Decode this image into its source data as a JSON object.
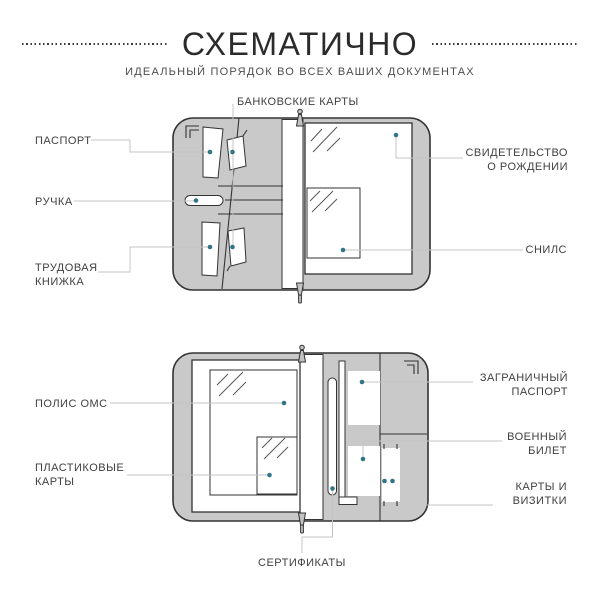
{
  "header": {
    "title": "СХЕМАТИЧНО",
    "subtitle": "ИДЕАЛЬНЫЙ ПОРЯДОК ВО ВСЕХ ВАШИХ ДОКУМЕНТАХ"
  },
  "colors": {
    "accent": "#337487",
    "panel": "#c9c9c9",
    "outline": "#333333",
    "line": "#c4c4c4",
    "text": "#3f3f3f",
    "title": "#2b2b2b"
  },
  "top_diagram": {
    "labels": {
      "passport": "ПАСПОРТ",
      "pen": "РУЧКА",
      "work_book": "ТРУДОВАЯ КНИЖКА",
      "bank_cards": "БАНКОВСКИЕ КАРТЫ",
      "birth_certificate": "СВИДЕТЕЛЬСТВО О РОЖДЕНИИ",
      "snils": "СНИЛС"
    }
  },
  "bottom_diagram": {
    "labels": {
      "oms_policy": "ПОЛИС ОМС",
      "plastic_cards": "ПЛАСТИКОВЫЕ КАРТЫ",
      "foreign_passport": "ЗАГРАНИЧНЫЙ ПАСПОРТ",
      "military_id": "ВОЕННЫЙ БИЛЕТ",
      "cards_business": "КАРТЫ И ВИЗИТКИ",
      "certificates": "СЕРТИФИКАТЫ"
    }
  }
}
